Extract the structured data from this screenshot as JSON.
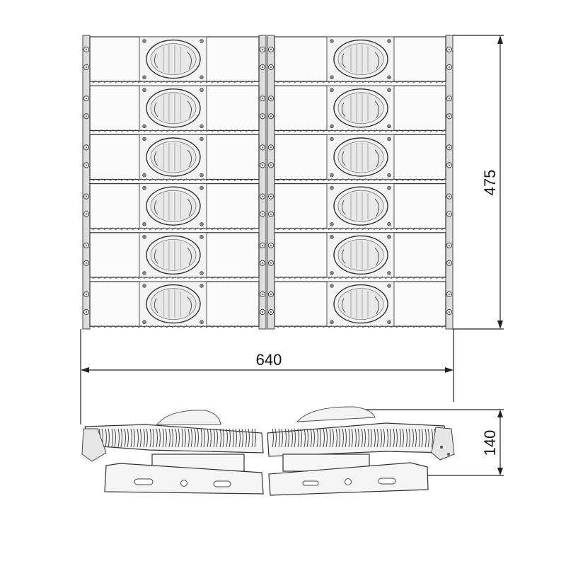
{
  "drawing": {
    "type": "LED flood light dimension drawing",
    "views": [
      "front view",
      "side view"
    ],
    "front_view": {
      "columns": 2,
      "rows": 6,
      "module_count": 12
    },
    "dimensions": {
      "width": "640",
      "height": "475",
      "depth": "140"
    },
    "colors": {
      "line": "#222222",
      "fill": "#f4f4f4",
      "panel": "#fbfbfb",
      "rail": "#dcdcdc"
    }
  }
}
